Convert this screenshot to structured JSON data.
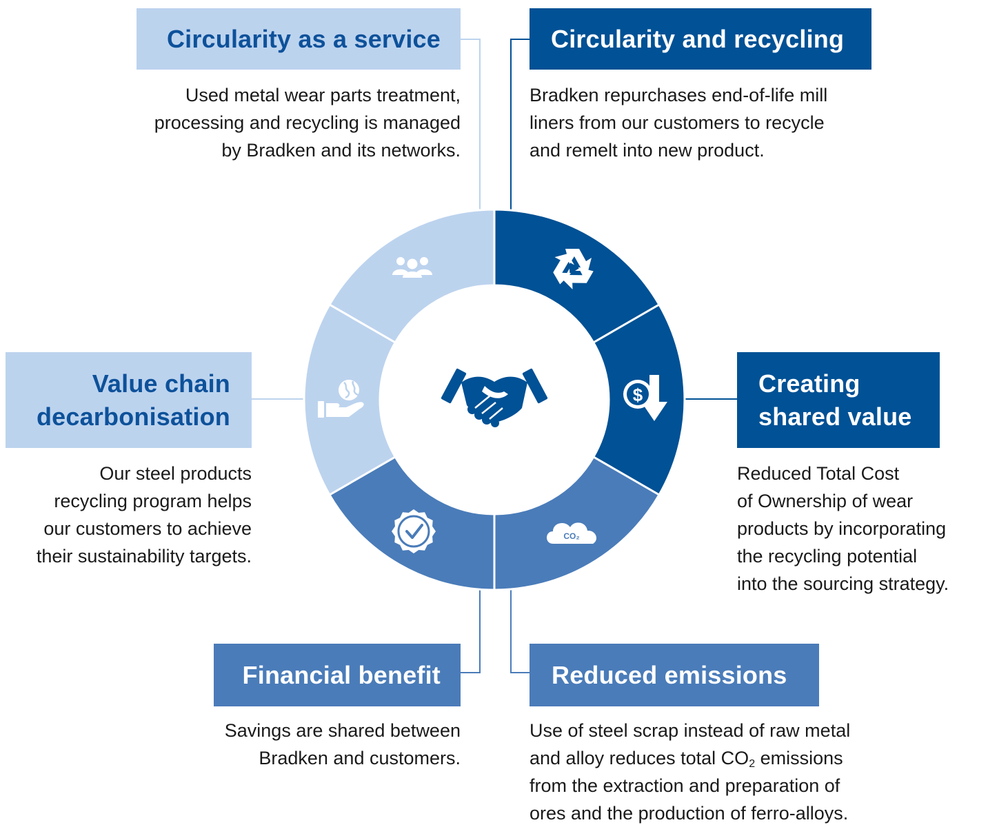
{
  "colors": {
    "light": "#bcd3ee",
    "mid": "#4a7cb9",
    "dark": "#005195",
    "light_text": "#0d519a",
    "white": "#ffffff"
  },
  "segments": [
    {
      "key": "circularity_service",
      "color": "light",
      "icon": "people-group-icon"
    },
    {
      "key": "circularity_recycling",
      "color": "dark",
      "icon": "recycle-icon"
    },
    {
      "key": "shared_value",
      "color": "dark",
      "icon": "dollar-down-arrow-icon"
    },
    {
      "key": "emissions",
      "color": "mid",
      "icon": "co2-cloud-icon"
    },
    {
      "key": "financial",
      "color": "mid",
      "icon": "badge-check-icon"
    },
    {
      "key": "decarbonisation",
      "color": "light",
      "icon": "hand-globe-icon"
    }
  ],
  "center_icon": "handshake-icon",
  "co2_icon_label": "CO₂",
  "labels": {
    "circularity_service": {
      "title": "Circularity as a service",
      "description": [
        "Used metal wear parts treatment,",
        "processing and recycling is managed",
        "by Bradken and its networks."
      ]
    },
    "circularity_recycling": {
      "title": "Circularity and recycling",
      "description": [
        "Bradken repurchases end-of-life mill",
        "liners from our customers to recycle",
        "and remelt into new product."
      ]
    },
    "decarbonisation": {
      "title_lines": [
        "Value chain",
        "decarbonisation"
      ],
      "description": [
        "Our steel products",
        "recycling program helps",
        "our customers to achieve",
        "their sustainability targets."
      ]
    },
    "shared_value": {
      "title_lines": [
        "Creating",
        "shared value"
      ],
      "description": [
        "Reduced Total Cost",
        "of Ownership of wear",
        "products by incorporating",
        "the recycling potential",
        "into the sourcing strategy."
      ]
    },
    "financial": {
      "title": "Financial benefit",
      "description": [
        "Savings are shared between",
        "Bradken and customers."
      ]
    },
    "emissions": {
      "title": "Reduced emissions",
      "description_line1": "Use of steel scrap instead of raw metal",
      "description_line2_pre": "and alloy reduces total CO",
      "description_line2_sub": "2",
      "description_line2_post": " emissions",
      "description_line3": "from the extraction and preparation of",
      "description_line4": "ores and the production of ferro-alloys."
    }
  }
}
